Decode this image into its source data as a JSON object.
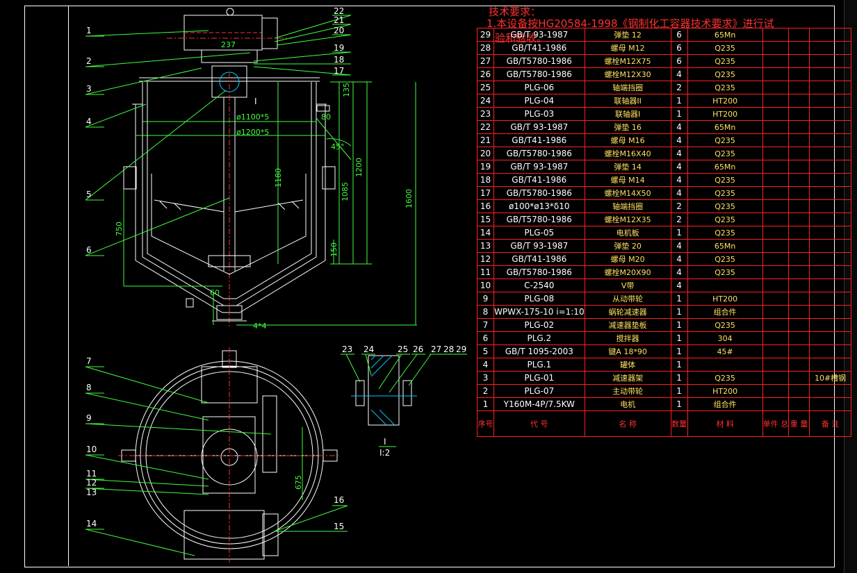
{
  "notes": {
    "title": "技术要求：",
    "line1": "1.本设备按HG20584-1998《钢制化工容器技术要求》进行试",
    "line2": "验和验收。"
  },
  "bom": {
    "rows": [
      {
        "no": "29",
        "code": "GB/T 93-1987",
        "name": "弹垫 12",
        "qty": "6",
        "mat": "65Mn",
        "remark": ""
      },
      {
        "no": "28",
        "code": "GB/T41-1986",
        "name": "螺母 M12",
        "qty": "6",
        "mat": "Q235",
        "remark": ""
      },
      {
        "no": "27",
        "code": "GB/T5780-1986",
        "name": "螺栓M12X75",
        "qty": "6",
        "mat": "Q235",
        "remark": ""
      },
      {
        "no": "26",
        "code": "GB/T5780-1986",
        "name": "螺栓M12X30",
        "qty": "4",
        "mat": "Q235",
        "remark": ""
      },
      {
        "no": "25",
        "code": "PLG-06",
        "name": "轴端挡圈",
        "qty": "2",
        "mat": "Q235",
        "remark": ""
      },
      {
        "no": "24",
        "code": "PLG-04",
        "name": "联轴器II",
        "qty": "1",
        "mat": "HT200",
        "remark": ""
      },
      {
        "no": "23",
        "code": "PLG-03",
        "name": "联轴器I",
        "qty": "1",
        "mat": "HT200",
        "remark": ""
      },
      {
        "no": "22",
        "code": "GB/T 93-1987",
        "name": "弹垫 16",
        "qty": "4",
        "mat": "65Mn",
        "remark": ""
      },
      {
        "no": "21",
        "code": "GB/T41-1986",
        "name": "螺母 M16",
        "qty": "4",
        "mat": "Q235",
        "remark": ""
      },
      {
        "no": "20",
        "code": "GB/T5780-1986",
        "name": "螺栓M16X40",
        "qty": "4",
        "mat": "Q235",
        "remark": ""
      },
      {
        "no": "19",
        "code": "GB/T 93-1987",
        "name": "弹垫 14",
        "qty": "4",
        "mat": "65Mn",
        "remark": ""
      },
      {
        "no": "18",
        "code": "GB/T41-1986",
        "name": "螺母 M14",
        "qty": "4",
        "mat": "Q235",
        "remark": ""
      },
      {
        "no": "17",
        "code": "GB/T5780-1986",
        "name": "螺栓M14X50",
        "qty": "4",
        "mat": "Q235",
        "remark": ""
      },
      {
        "no": "16",
        "code": "ø100*ø13*δ10",
        "name": "轴端挡圈",
        "qty": "2",
        "mat": "Q235",
        "remark": ""
      },
      {
        "no": "15",
        "code": "GB/T5780-1986",
        "name": "螺栓M12X35",
        "qty": "2",
        "mat": "Q235",
        "remark": ""
      },
      {
        "no": "14",
        "code": "PLG-05",
        "name": "电机板",
        "qty": "1",
        "mat": "Q235",
        "remark": ""
      },
      {
        "no": "13",
        "code": "GB/T 93-1987",
        "name": "弹垫 20",
        "qty": "4",
        "mat": "65Mn",
        "remark": ""
      },
      {
        "no": "12",
        "code": "GB/T41-1986",
        "name": "螺母 M20",
        "qty": "4",
        "mat": "Q235",
        "remark": ""
      },
      {
        "no": "11",
        "code": "GB/T5780-1986",
        "name": "螺栓M20X90",
        "qty": "4",
        "mat": "Q235",
        "remark": ""
      },
      {
        "no": "10",
        "code": "C-2540",
        "name": "V带",
        "qty": "4",
        "mat": "",
        "remark": ""
      },
      {
        "no": "9",
        "code": "PLG-08",
        "name": "从动带轮",
        "qty": "1",
        "mat": "HT200",
        "remark": ""
      },
      {
        "no": "8",
        "code": "WPWX-175-10 i=1:10",
        "name": "蜗轮减速器",
        "qty": "1",
        "mat": "组合件",
        "remark": ""
      },
      {
        "no": "7",
        "code": "PLG-02",
        "name": "减速器垫板",
        "qty": "1",
        "mat": "Q235",
        "remark": ""
      },
      {
        "no": "6",
        "code": "PLG.2",
        "name": "搅拌器",
        "qty": "1",
        "mat": "304",
        "remark": ""
      },
      {
        "no": "5",
        "code": "GB/T 1095-2003",
        "name": "键A 18*90",
        "qty": "1",
        "mat": "45#",
        "remark": ""
      },
      {
        "no": "4",
        "code": "PLG.1",
        "name": "罐体",
        "qty": "1",
        "mat": "",
        "remark": ""
      },
      {
        "no": "3",
        "code": "PLG-01",
        "name": "减速器架",
        "qty": "1",
        "mat": "Q235",
        "remark": "10#槽钢"
      },
      {
        "no": "2",
        "code": "PLG-07",
        "name": "主动带轮",
        "qty": "1",
        "mat": "HT200",
        "remark": ""
      },
      {
        "no": "1",
        "code": "Y160M-4P/7.5KW",
        "name": "电机",
        "qty": "1",
        "mat": "组合件",
        "remark": ""
      }
    ],
    "header": {
      "no": "序号",
      "code": "代 号",
      "name": "名 称",
      "qty": "数量",
      "mat": "材 料",
      "unit_w": "单件 总",
      "total_w": "重 量",
      "remark": "备 注"
    }
  },
  "view_labels": {
    "front": [
      "1",
      "2",
      "3",
      "4",
      "5",
      "6"
    ],
    "top_left": [
      "7",
      "8",
      "9",
      "10",
      "11",
      "12",
      "13",
      "14"
    ],
    "top_right": [
      "16",
      "15"
    ],
    "front_right": [
      "22",
      "21",
      "20",
      "19",
      "18",
      "17"
    ],
    "detail": [
      "23",
      "24",
      "25",
      "26",
      "27",
      "28",
      "29"
    ],
    "detail_title": "I",
    "detail_scale": "I:2",
    "section_mark": "I"
  },
  "dims": {
    "d1": "ø1100*5",
    "d2": "ø1200*5",
    "h135": "135",
    "h80": "80",
    "a45": "45°",
    "h1180": "1180",
    "h1085": "1085",
    "h1200": "1200",
    "h1600": "1600",
    "h750": "750",
    "h150": "150",
    "h60": "60",
    "h4x4": "4*4",
    "h675": "675",
    "h237": "237"
  },
  "colors": {
    "bg": "#000000",
    "line": "#ffffff",
    "leader": "#40ff40",
    "table": "#ff2020",
    "note": "#ff3030",
    "dim": "#40ff40",
    "hatch": "#00c8ff"
  }
}
